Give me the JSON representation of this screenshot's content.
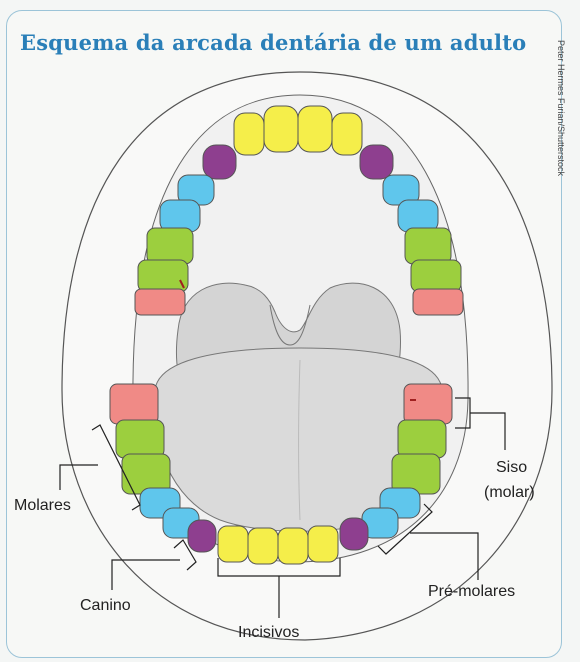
{
  "title": "Esquema da arcada dentária de um adulto",
  "credit": "Peter Hermes Furian/Shutterstock",
  "labels": {
    "siso_line1": "Siso",
    "siso_line2": "(molar)",
    "molares": "Molares",
    "canino": "Canino",
    "incisivos": "Incisivos",
    "pre_molares": "Pré-molares"
  },
  "colors": {
    "incisor": "#f5ee4a",
    "canine": "#8e3f8f",
    "premolar": "#5fc6ec",
    "molar": "#9ccf3e",
    "wisdom": "#f08a86",
    "tongue": "#d8d9da",
    "palate": "#e6e6e6",
    "title": "#2a7fb8"
  }
}
